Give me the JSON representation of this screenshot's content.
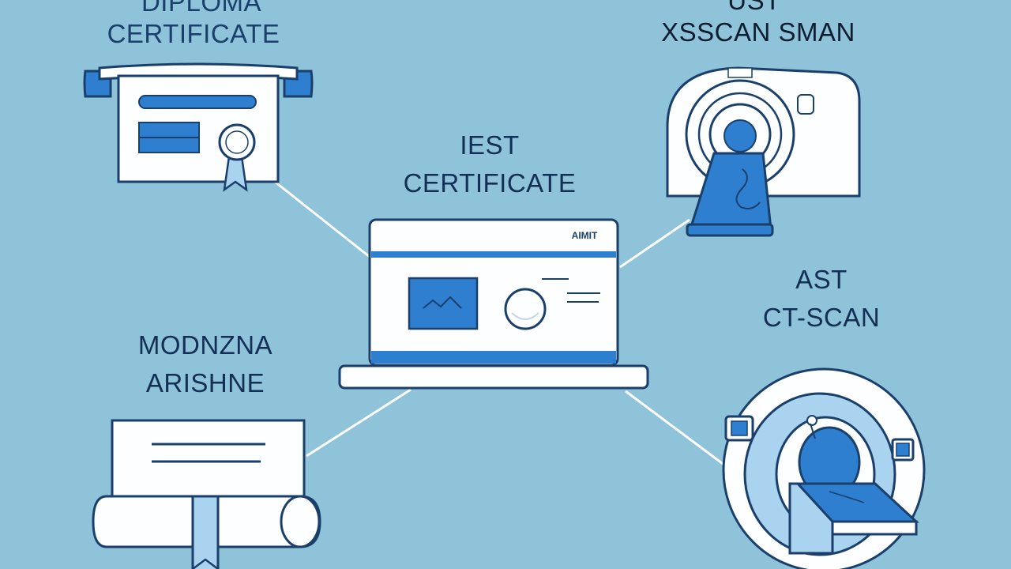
{
  "colors": {
    "background": "#8fc3da",
    "outline": "#1a3f6b",
    "accent_blue": "#2f7fd0",
    "light_blue": "#a9d3ef",
    "white": "#fdfeff",
    "connector": "#ffffff"
  },
  "nodes": {
    "diploma": {
      "label_top": "DIPLOMA",
      "label": "CERTIFICATE",
      "icon": "scroll-diploma-icon"
    },
    "xscan": {
      "label_top": "UST",
      "label": "XSSCAN SMAN",
      "icon": "mri-scanner-icon"
    },
    "test": {
      "label_top": "IEST",
      "label": "CERTIFICATE",
      "screen_tag": "AIMIT",
      "icon": "laptop-icon"
    },
    "ast": {
      "label_top": "AST",
      "label": "CT-SCAN",
      "icon": "ct-scanner-icon"
    },
    "module": {
      "label_top": "MODNZNA",
      "label": "ARISHNE",
      "icon": "rolled-certificate-icon"
    }
  }
}
